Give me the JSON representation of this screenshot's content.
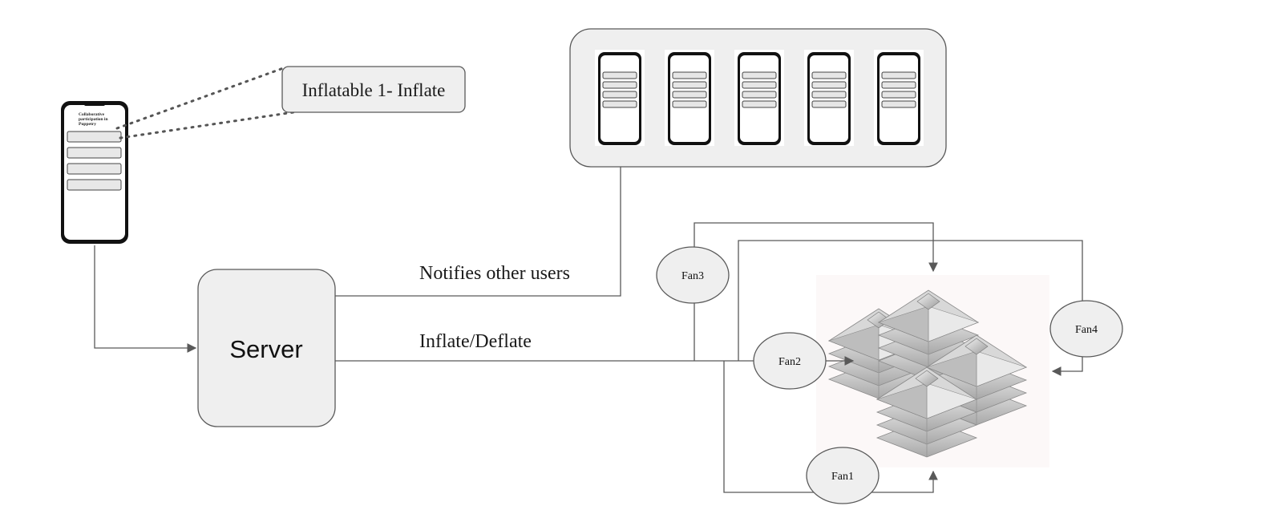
{
  "diagram": {
    "callout_label": "Inflatable 1- Inflate",
    "phone_screen_title": [
      "Collaborative",
      "participation in",
      "Puppetry"
    ],
    "server_label": "Server",
    "edge_notifies_label": "Notifies other users",
    "edge_inflate_label": "Inflate/Deflate",
    "fans": [
      {
        "id": "fan1",
        "label": "Fan1"
      },
      {
        "id": "fan2",
        "label": "Fan2"
      },
      {
        "id": "fan3",
        "label": "Fan3"
      },
      {
        "id": "fan4",
        "label": "Fan4"
      }
    ],
    "other_users_count": 5,
    "colors": {
      "box_fill": "#efefef",
      "stroke": "#595959",
      "text": "#1a1a1a",
      "phone_body": "#111111",
      "inflatable_panel": "#fcf8f8"
    }
  }
}
